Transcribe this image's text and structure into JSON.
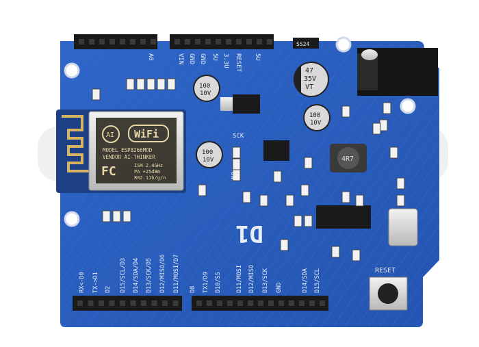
{
  "board": {
    "name": "D1",
    "colors": {
      "pcb": "#2a5fc0",
      "silkscreen": "#e8eef8",
      "header": "#1a1a1a"
    },
    "top_header_labels": [
      "A0",
      "VIN",
      "GND",
      "GND",
      "5U",
      "3.3U",
      "RESET",
      "5U"
    ],
    "bottom_header_labels": [
      "RX<-D0",
      "TX->D1",
      "D2",
      "D15/SCL/D3",
      "D14/SDA/D4",
      "D13/SCK/D5",
      "D12/MISO/D6",
      "D11/MOSI/D7",
      "D8",
      "TX1/D9",
      "D10/SS",
      "D11/MOSI",
      "D12/MISO",
      "D13/SCK",
      "GND",
      "D14/SDA",
      "D15/SCL"
    ],
    "misc_labels": {
      "sck": "SCK",
      "on": "ON",
      "reset": "RESET",
      "ss24": "SS24"
    }
  },
  "wifi_module": {
    "logo": "WiFi",
    "lines": [
      "MODEL   ESP8266MOD",
      "VENDOR  AI-THINKER",
      "ISM 2.4GHz",
      "PA  +25dBm",
      "802.11b/g/n"
    ],
    "fc": "FC",
    "ai": "AI"
  },
  "capacitors": {
    "large": [
      "47",
      "35V",
      "VT"
    ],
    "small_a": [
      "100",
      "10V"
    ],
    "small_b": [
      "100",
      "10V"
    ],
    "small_c": [
      "100",
      "10V"
    ]
  },
  "inductor": {
    "label": "4R7"
  }
}
